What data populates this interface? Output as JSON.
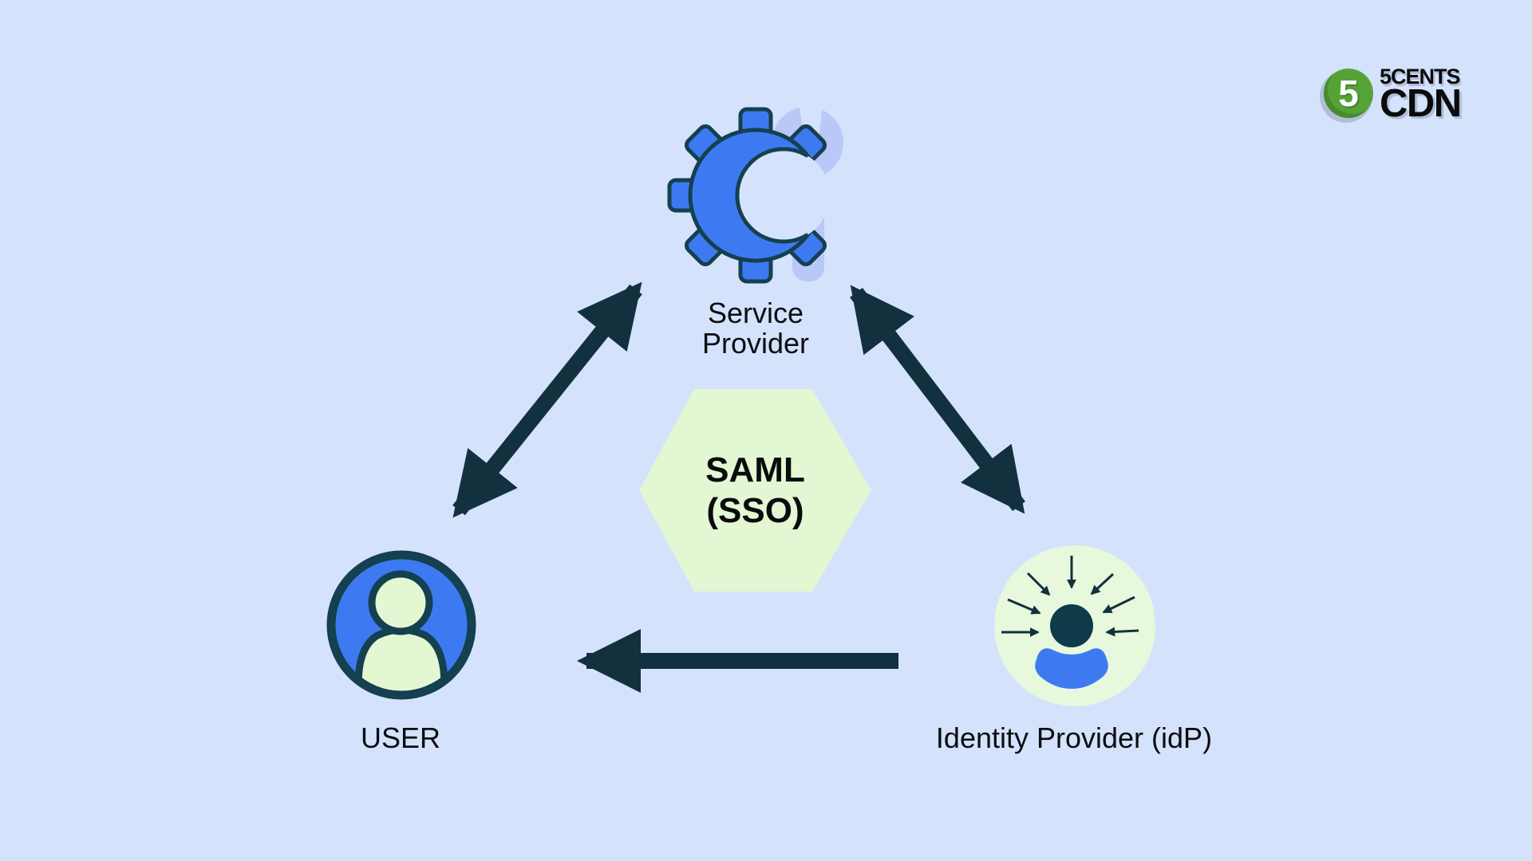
{
  "brand": {
    "badge": "5",
    "name_top": "5CENTS",
    "name_bottom": "CDN",
    "badge_color": "#55A336"
  },
  "diagram": {
    "center": {
      "shape": "hexagon",
      "line1": "SAML",
      "line2": "(SSO)",
      "fill": "#E3F7D3"
    },
    "nodes": {
      "service_provider": {
        "line1": "Service",
        "line2": "Provider",
        "icon": "gear-wrench-icon"
      },
      "user": {
        "label": "USER",
        "icon": "user-avatar-icon"
      },
      "identity_provider": {
        "label": "Identity Provider (idP)",
        "icon": "identity-rays-icon"
      }
    },
    "connections": [
      {
        "from": "USER",
        "to": "Service Provider",
        "style": "double-arrow"
      },
      {
        "from": "Service Provider",
        "to": "Identity Provider (idP)",
        "style": "double-arrow"
      },
      {
        "from": "Identity Provider (idP)",
        "to": "USER",
        "style": "single-arrow"
      }
    ]
  },
  "colors": {
    "background": "#D4E2FB",
    "arrow_navy": "#12303E",
    "node_blue": "#3D7AF2",
    "light_green": "#E3F7D3",
    "wrench_periwinkle": "#B9C8F7",
    "outline_teal": "#14404F",
    "logo_green": "#55A336"
  }
}
